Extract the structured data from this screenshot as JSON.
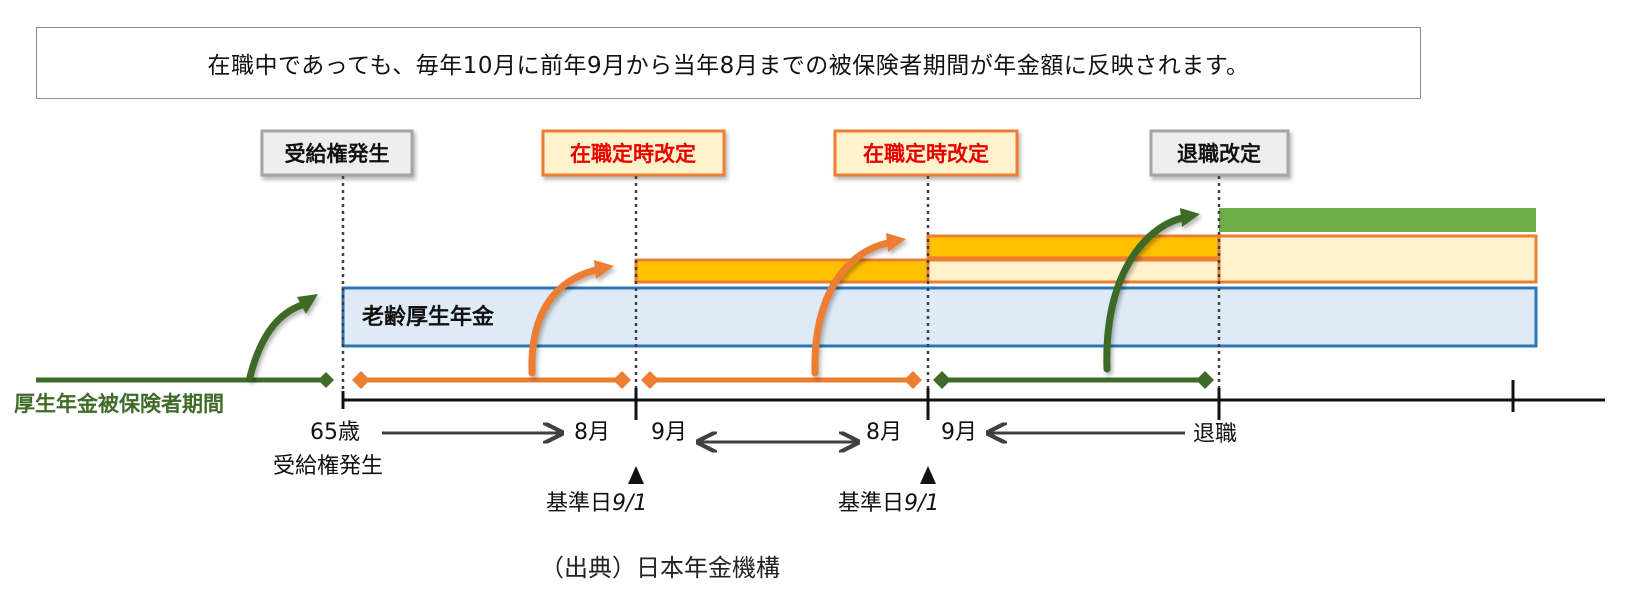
{
  "headline": "在職中であっても、毎年10月に前年9月から当年8月までの被保険者期間が年金額に反映されます。",
  "events": {
    "entitlement": "受給権発生",
    "revision_1": "在職定時改定",
    "revision_2": "在職定時改定",
    "retirement": "退職改定"
  },
  "band_label": "老齢厚生年金",
  "period_label": "厚生年金被保険者期間",
  "axis": {
    "age": "65歳",
    "age_sub": "受給権発生",
    "aug_1": "8月",
    "sep_1": "9月",
    "aug_2": "8月",
    "sep_2": "9月",
    "retire": "退職",
    "base_1": "基準日",
    "base_1_date": "9/1",
    "base_2": "基準日",
    "base_2_date": "9/1"
  },
  "source": "（出典）日本年金機構",
  "colors": {
    "orange": "#ed7d31",
    "gold": "#ffc000",
    "cream": "#fff2cc",
    "blue": "#2e75b6",
    "light_blue": "#deebf7",
    "dark_green": "#3e6b27",
    "green": "#70ad47",
    "red": "#e60000",
    "gray": "#a6a6a6"
  },
  "icons": [
    "arrow-curved-icon",
    "diamond-marker-icon",
    "triangle-up-icon",
    "double-arrow-icon"
  ]
}
